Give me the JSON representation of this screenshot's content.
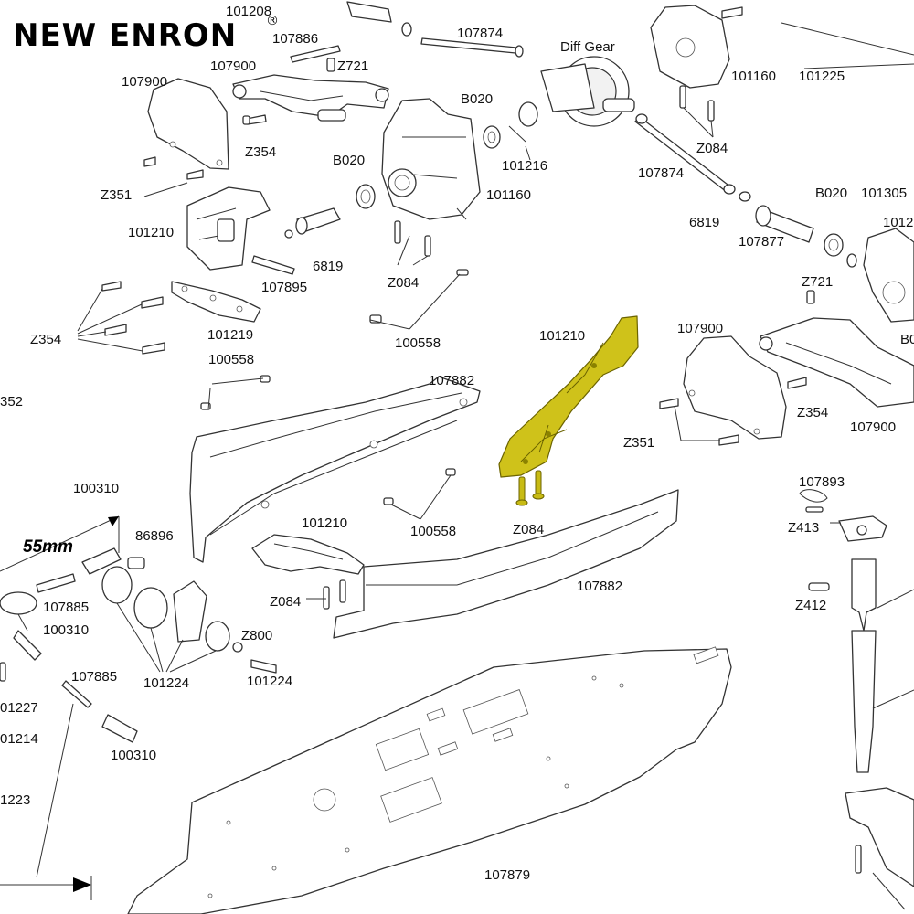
{
  "brand": {
    "name": "NEW ENRON",
    "mark": "®"
  },
  "dimension": {
    "text": "55mm"
  },
  "labels": {
    "l101208": "101208",
    "l107874_top": "107874",
    "l107886": "107886",
    "l107900_a": "107900",
    "lZ721_a": "Z721",
    "l107900_b": "107900",
    "diff_gear": "Diff Gear",
    "l101160_a": "101160",
    "l101225": "101225",
    "lB020_a": "B020",
    "lZ354_a": "Z354",
    "l101216": "101216",
    "lB020_b": "B020",
    "l101160_b": "101160",
    "lZ084_a": "Z084",
    "l107874_mid": "107874",
    "lZ351_a": "Z351",
    "lB020_c": "B020",
    "l101305": "101305",
    "l1012": "1012",
    "l101210_a": "101210",
    "l6819_a": "6819",
    "l6819_b": "6819",
    "l107877": "107877",
    "l107895": "107895",
    "lZ084_b": "Z084",
    "lZ721_b": "Z721",
    "l101219": "101219",
    "l100558_a": "100558",
    "lZ354_b": "Z354",
    "l101210_hl": "101210",
    "l107900_c": "107900",
    "lB0": "B0",
    "l100558_b": "100558",
    "l107882_a": "107882",
    "l352": "352",
    "lZ354_c": "Z354",
    "l107900_d": "107900",
    "lZ351_b": "Z351",
    "l100310_a": "100310",
    "l101210_b": "101210",
    "l100558_c": "100558",
    "lZ084_hl": "Z084",
    "l107893": "107893",
    "lZ413": "Z413",
    "l86896": "86896",
    "l107882_b": "107882",
    "lZ084_c": "Z084",
    "lZ412": "Z412",
    "l107885_a": "107885",
    "l100310_b": "100310",
    "lZ800": "Z800",
    "l101224_a": "101224",
    "l101224_b": "101224",
    "l107885_b": "107885",
    "l01227": "01227",
    "l01214": "01214",
    "l100310_c": "100310",
    "l1223": "1223",
    "l107879": "107879"
  },
  "highlight": {
    "color": "#cfc21a"
  }
}
